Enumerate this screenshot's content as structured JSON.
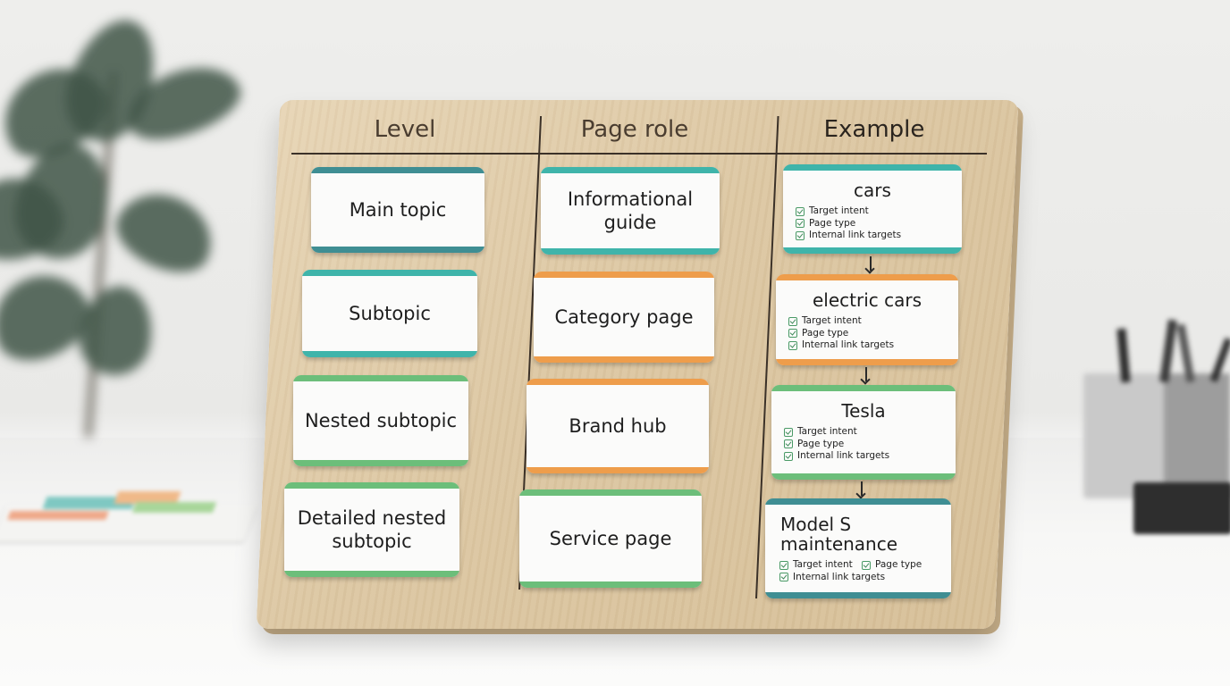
{
  "columns": {
    "level": "Level",
    "page_role": "Page role",
    "example": "Example"
  },
  "levels": [
    "Main topic",
    "Subtopic",
    "Nested subtopic",
    "Detailed nested subtopic"
  ],
  "page_roles": [
    "Informational guide",
    "Category page",
    "Brand hub",
    "Service page"
  ],
  "examples": [
    {
      "title": "cars",
      "checks": [
        "Target intent",
        "Page type",
        "Internal link targets"
      ]
    },
    {
      "title": "electric cars",
      "checks": [
        "Target intent",
        "Page type",
        "Internal link targets"
      ]
    },
    {
      "title": "Tesla",
      "checks": [
        "Target intent",
        "Page type",
        "Internal link targets"
      ]
    },
    {
      "title": "Model S maintenance",
      "checks": [
        "Target intent",
        "Page type",
        "Internal link targets"
      ]
    }
  ],
  "colors": {
    "teal_dark": "#3f8e93",
    "teal": "#3fb4aa",
    "orange": "#ee9d4b",
    "green": "#6cbe7a",
    "board": "#dcc7a3"
  }
}
